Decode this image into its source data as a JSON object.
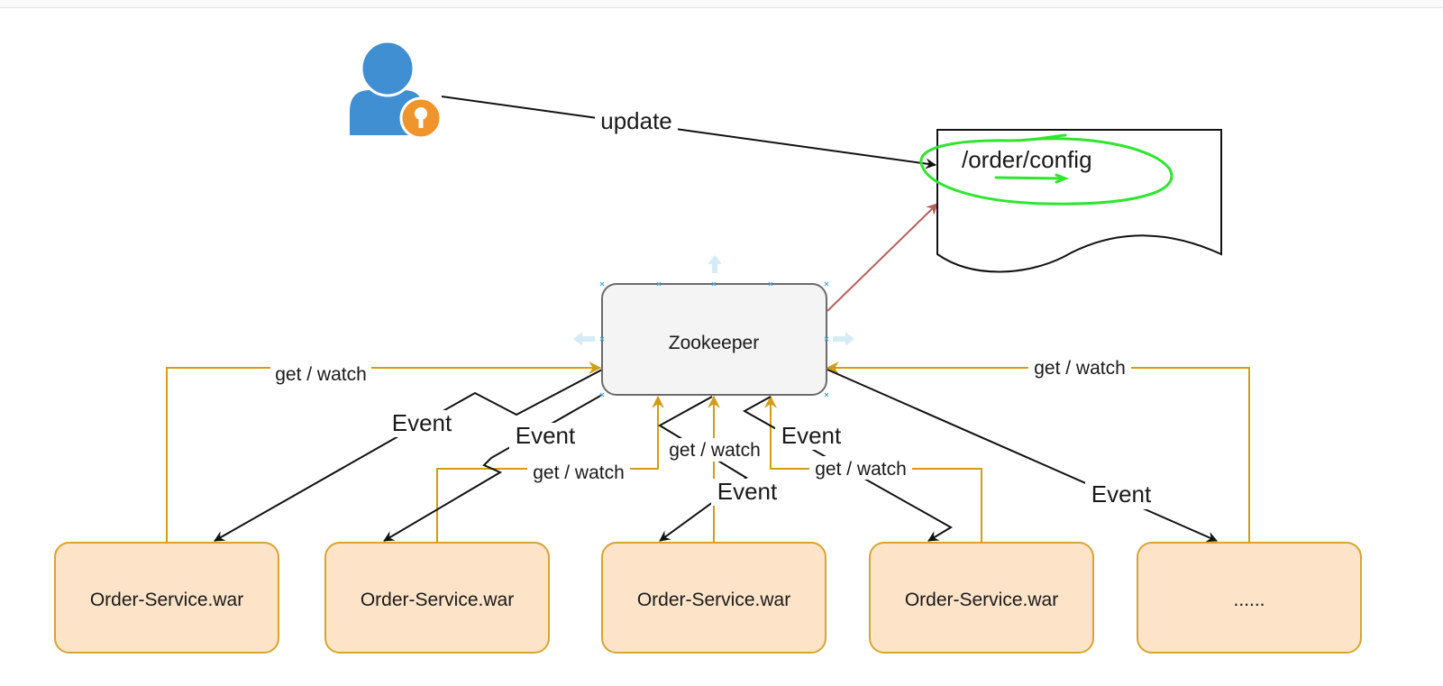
{
  "actor": {
    "icon": "user-with-key-icon",
    "colors": {
      "person": "#3f8fd2",
      "key_badge": "#f0952c"
    }
  },
  "config_node": {
    "label": "/order/config",
    "highlight_color": "#2ee62e"
  },
  "zookeeper": {
    "label": "Zookeeper"
  },
  "services": [
    {
      "label": "Order-Service.war"
    },
    {
      "label": "Order-Service.war"
    },
    {
      "label": "Order-Service.war"
    },
    {
      "label": "Order-Service.war"
    },
    {
      "label": "......"
    }
  ],
  "edges": {
    "update_label": "update",
    "get_watch_label": "get / watch",
    "event_label": "Event"
  },
  "colors": {
    "service_fill": "#fde3c8",
    "service_stroke": "#d6a531",
    "get_watch_stroke": "#d29c14",
    "event_stroke": "#111111",
    "write_arrow": "#b5605b",
    "zk_fill": "#f4f4f4",
    "zk_stroke": "#6b6b6b"
  }
}
